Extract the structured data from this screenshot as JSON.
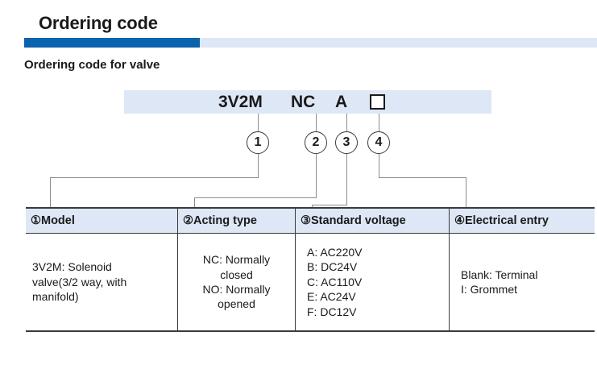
{
  "page": {
    "section_title": "Ordering code",
    "sub_title": "Ordering code for valve",
    "accent_dark": "#0b62ad",
    "accent_light": "#dde7f6"
  },
  "code_bar": {
    "tokens": [
      {
        "text": "3V2M",
        "callout": "1"
      },
      {
        "text": "NC",
        "callout": "2"
      },
      {
        "text": "A",
        "callout": "3"
      },
      {
        "text": "",
        "callout": "4",
        "glyph": "empty-square"
      }
    ]
  },
  "callouts": [
    "1",
    "2",
    "3",
    "4"
  ],
  "table": {
    "headers": [
      {
        "marker": "①",
        "label": "Model"
      },
      {
        "marker": "②",
        "label": "Acting type"
      },
      {
        "marker": "③",
        "label": "Standard voltage"
      },
      {
        "marker": "④",
        "label": "Electrical entry"
      }
    ],
    "columns": [
      {
        "align": "left",
        "lines": [
          "3V2M: Solenoid",
          "valve(3/2 way, with",
          "manifold)"
        ]
      },
      {
        "align": "center",
        "lines": [
          "NC: Normally",
          "closed",
          "NO: Normally",
          "opened"
        ]
      },
      {
        "align": "left",
        "lines": [
          "A: AC220V",
          "B: DC24V",
          "C: AC110V",
          "E: AC24V",
          "F: DC12V"
        ]
      },
      {
        "align": "left",
        "lines": [
          "Blank: Terminal",
          "I: Grommet"
        ]
      }
    ]
  }
}
